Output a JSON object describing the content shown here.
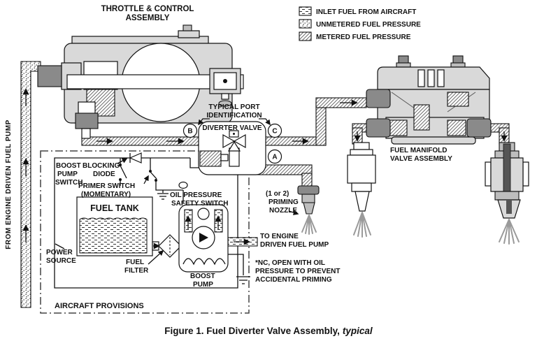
{
  "figure": {
    "caption_main": "Figure 1.  Fuel Diverter Valve Assembly,",
    "caption_suffix": "typical"
  },
  "legend": {
    "items": [
      {
        "label": "INLET FUEL FROM AIRCRAFT",
        "pattern": "dashed-lines"
      },
      {
        "label": "UNMETERED FUEL PRESSURE",
        "pattern": "stipple-dots"
      },
      {
        "label": "METERED FUEL PRESSURE",
        "pattern": "diagonal-hatch"
      }
    ]
  },
  "labels": {
    "throttle": [
      "THROTTLE & CONTROL",
      "ASSEMBLY"
    ],
    "typical_port": [
      "TYPICAL PORT",
      "IDENTIFICATION"
    ],
    "diverter_valve": "DIVERTER VALVE",
    "fuel_manifold": [
      "FUEL MANIFOLD",
      "VALVE ASSEMBLY"
    ],
    "from_engine_pump": "FROM ENGINE DRIVEN FUEL PUMP",
    "boost_pump_switch": [
      "BOOST",
      "PUMP",
      "SWITCH"
    ],
    "blocking_diode": [
      "BLOCKING",
      "DIODE"
    ],
    "primer_switch": [
      "PRIMER SWITCH",
      "(MOMENTARY)"
    ],
    "fuel_tank": "FUEL TANK",
    "oil_pressure_switch": [
      "OIL PRESSURE",
      "SAFETY SWITCH"
    ],
    "priming_nozzle": [
      "(1 or 2)",
      "PRIMING",
      "NOZZLE"
    ],
    "power_source": [
      "POWER",
      "SOURCE"
    ],
    "fuel_filter": [
      "FUEL",
      "FILTER"
    ],
    "boost_pump": [
      "BOOST",
      "PUMP"
    ],
    "to_engine_pump": [
      "TO ENGINE",
      "DRIVEN FUEL PUMP"
    ],
    "nc_note": [
      "*NC, OPEN WITH OIL",
      "PRESSURE  TO PREVENT",
      "ACCIDENTAL PRIMING"
    ],
    "aircraft_provisions": "AIRCRAFT PROVISIONS"
  },
  "ports": {
    "b": "B",
    "c": "C",
    "a": "A"
  },
  "colors": {
    "line": "#111111",
    "metal_light": "#d9d9d9",
    "metal_mid": "#bdbdbd",
    "metal_dark": "#8a8a8a",
    "spray": "#9a9a9a",
    "background": "#ffffff"
  }
}
